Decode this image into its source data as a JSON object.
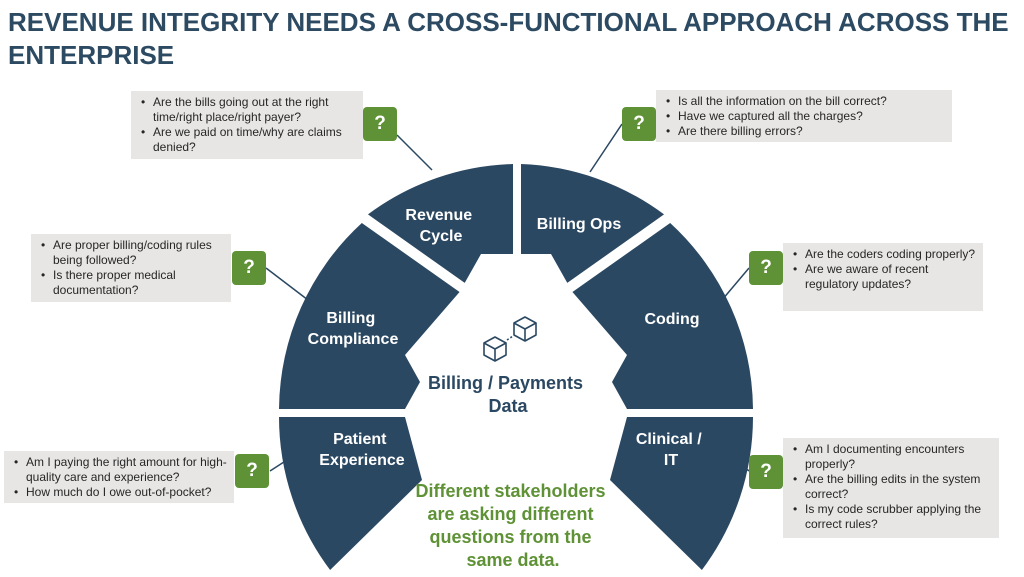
{
  "title": "REVENUE INTEGRITY NEEDS A CROSS-FUNCTIONAL APPROACH ACROSS THE ENTERPRISE",
  "center": {
    "line1": "Billing / Payments",
    "line2": "Data"
  },
  "tagline": [
    "Different stakeholders",
    "are asking different",
    "questions from the",
    "same data."
  ],
  "question_mark": "?",
  "colors": {
    "segment": "#2b4862",
    "accent": "#5f9236",
    "box": "#e8e6e4",
    "title": "#2d4a63"
  },
  "icon": "data-cubes-icon",
  "segments": [
    {
      "label_lines": [
        "Revenue",
        "Cycle"
      ],
      "questions": [
        "Are the bills going out at the right time/right place/right payer?",
        "Are we paid on time/why are claims denied?"
      ]
    },
    {
      "label_lines": [
        "Billing Ops"
      ],
      "questions": [
        "Is all the information on the bill correct?",
        "Have we captured all the charges?",
        "Are there billing errors?"
      ]
    },
    {
      "label_lines": [
        "Coding"
      ],
      "questions": [
        "Are the coders coding properly?",
        "Are we aware of recent regulatory updates?"
      ]
    },
    {
      "label_lines": [
        "Clinical /",
        "IT"
      ],
      "questions": [
        "Am I documenting encounters properly?",
        "Are the billing edits in the system correct?",
        "Is my code scrubber applying the correct rules?"
      ]
    },
    {
      "label_lines": [
        "Patient",
        "Experience"
      ],
      "questions": [
        "Am I paying the right amount for high-quality care and experience?",
        "How much do I owe out-of-pocket?"
      ]
    },
    {
      "label_lines": [
        "Billing",
        "Compliance"
      ],
      "questions": [
        "Are proper billing/coding rules being followed?",
        "Is there proper medical documentation?"
      ]
    }
  ]
}
